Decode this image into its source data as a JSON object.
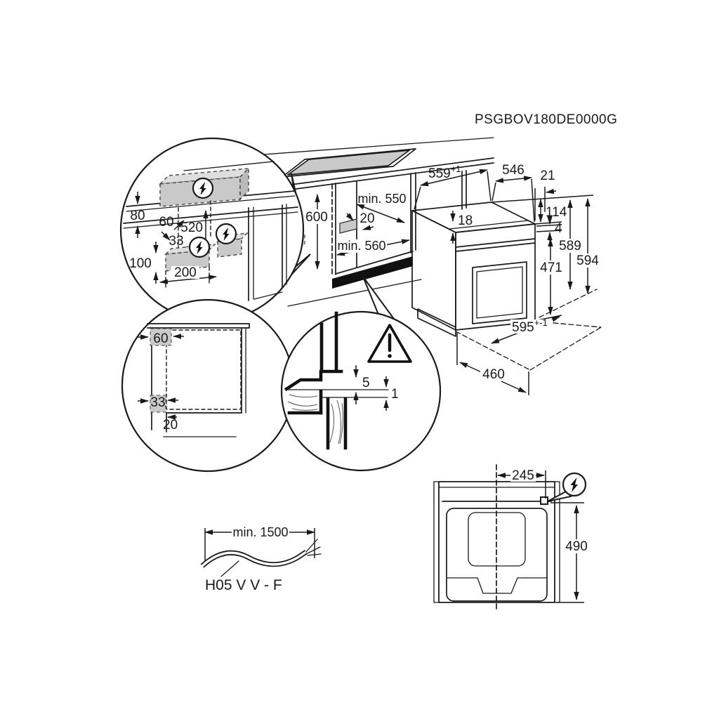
{
  "title": "PSGBOV180DE0000G",
  "colors": {
    "line": "#1a1a1a",
    "spacer_fill": "#c9c9c9",
    "plinth_black": "#111111",
    "background": "#ffffff"
  },
  "icons": {
    "power": "lightning-bolt-in-circle",
    "warning": "exclamation-triangle"
  },
  "connection_detail": {
    "dim_80": "80",
    "dim_60": "60",
    "dim_520": "520",
    "dim_33": "33",
    "dim_100": "100",
    "dim_200": "200"
  },
  "niche": {
    "dim_height": "600",
    "dim_depth_top": "min. 550",
    "dim_spacer": "20",
    "dim_depth_bottom": "min. 560"
  },
  "oven": {
    "dim_width_back": "559",
    "tol_width_back": "+1",
    "dim_depth_body": "546",
    "dim_door_overhang": "21",
    "dim_top_gap": "18",
    "dim_panel": "114",
    "dim_gap": "4",
    "dim_height_body": "589",
    "dim_height_total": "594",
    "dim_door_height": "471",
    "dim_width_front": "595",
    "tol_width_front": "+-1",
    "dim_depth_front": "460"
  },
  "side_detail": {
    "dim_top_spacer": "60",
    "dim_bottom_spacer": "33",
    "dim_plinth": "20"
  },
  "gap_detail": {
    "dim_upper": "5",
    "dim_lower": "1"
  },
  "cable": {
    "dim_length": "min. 1500",
    "type": "H05 V V - F"
  },
  "top_view": {
    "dim_offset": "245",
    "dim_depth": "490"
  }
}
